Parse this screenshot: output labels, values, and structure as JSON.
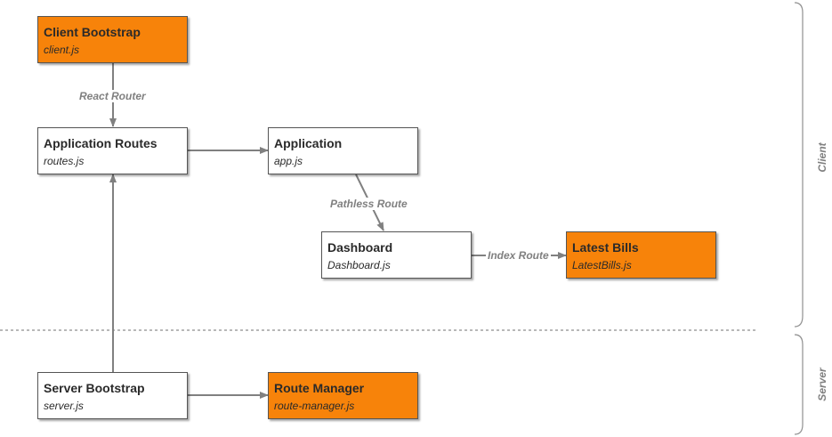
{
  "regions": {
    "client": "Client",
    "server": "Server"
  },
  "nodes": {
    "client_bootstrap": {
      "title": "Client Bootstrap",
      "file": "client.js"
    },
    "application_routes": {
      "title": "Application Routes",
      "file": "routes.js"
    },
    "application": {
      "title": "Application",
      "file": "app.js"
    },
    "dashboard": {
      "title": "Dashboard",
      "file": "Dashboard.js"
    },
    "latest_bills": {
      "title": "Latest Bills",
      "file": "LatestBills.js"
    },
    "server_bootstrap": {
      "title": "Server Bootstrap",
      "file": "server.js"
    },
    "route_manager": {
      "title": "Route Manager",
      "file": "route-manager.js"
    }
  },
  "edges": {
    "react_router": "React Router",
    "pathless_route": "Pathless Route",
    "index_route": "Index Route"
  },
  "colors": {
    "highlight": "#f7830a",
    "plain": "#ffffff",
    "connector": "#808080",
    "label": "#808080"
  }
}
